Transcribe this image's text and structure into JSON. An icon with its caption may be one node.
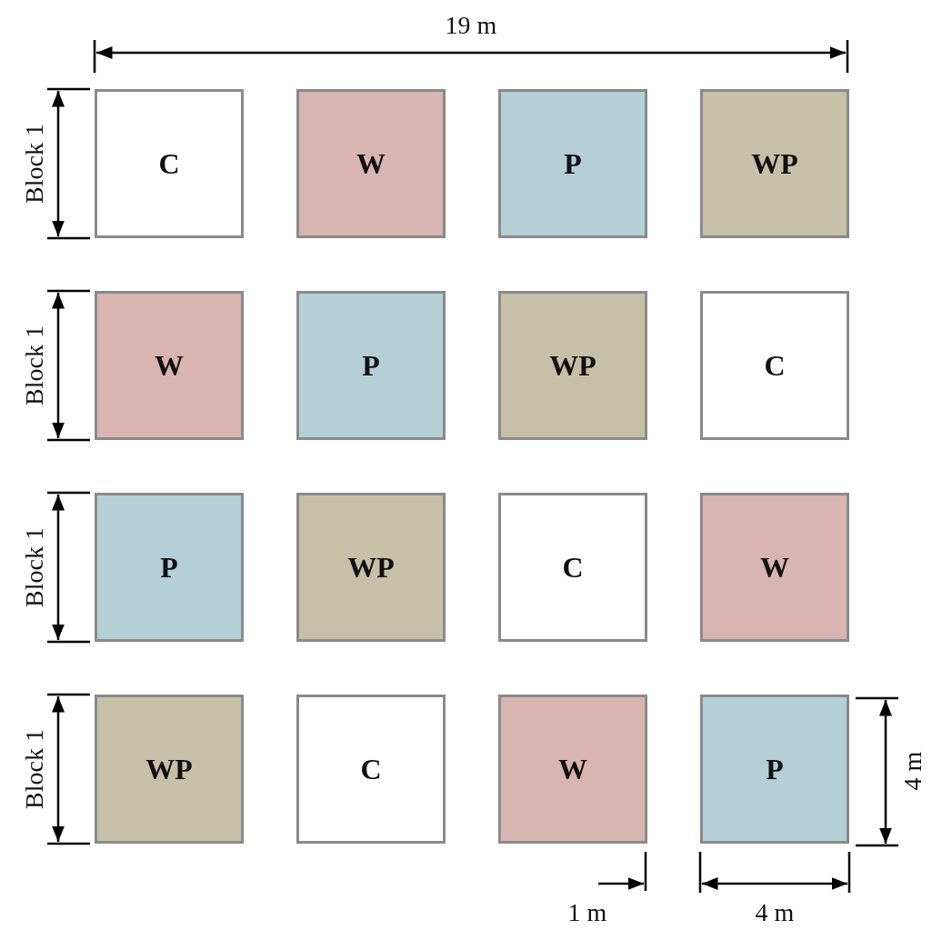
{
  "diagram": {
    "nodes": [
      {
        "text": [
          "C"
        ]
      },
      {
        "text": [
          "W"
        ]
      },
      {
        "text": [
          "P"
        ]
      },
      {
        "text": [
          "WP"
        ]
      },
      {
        "text": [
          "W"
        ]
      },
      {
        "text": [
          "P"
        ]
      },
      {
        "text": [
          "WP"
        ]
      },
      {
        "text": [
          "C"
        ]
      },
      {
        "text": [
          "P"
        ]
      },
      {
        "text": [
          "WP"
        ]
      },
      {
        "text": [
          "C"
        ]
      },
      {
        "text": [
          "W"
        ]
      },
      {
        "text": [
          "WP"
        ]
      },
      {
        "text": [
          "C"
        ]
      },
      {
        "text": [
          "W"
        ]
      },
      {
        "text": [
          "P"
        ]
      }
    ],
    "edges": [],
    "labels": [
      "19 m",
      "Block 1",
      "Block 1",
      "Block 1",
      "Block 1",
      "1 m",
      "4 m",
      "4 m"
    ]
  }
}
